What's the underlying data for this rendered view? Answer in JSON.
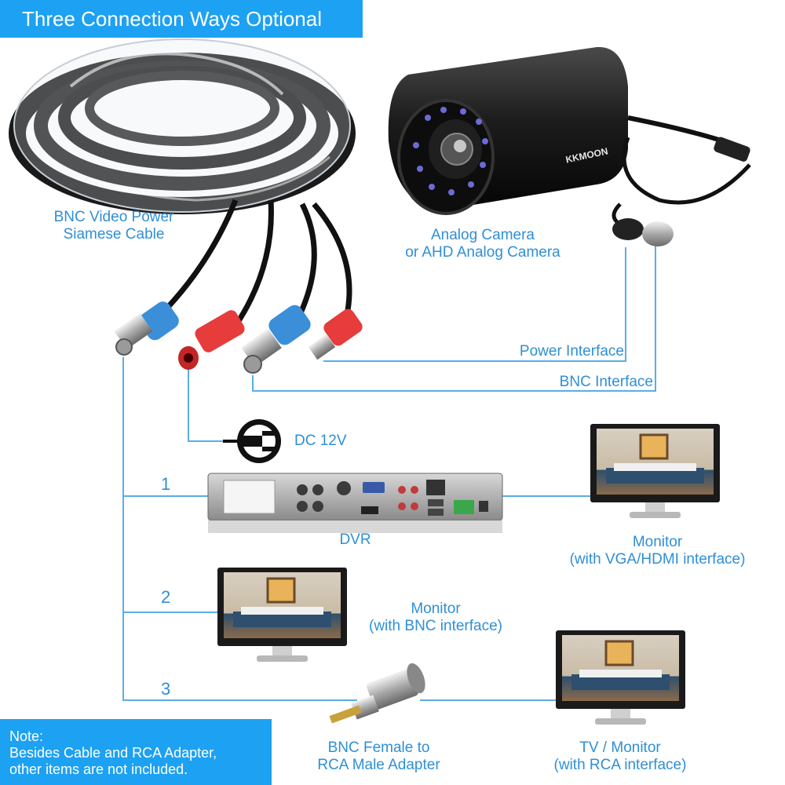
{
  "title": "Three Connection Ways Optional",
  "labels": {
    "cable_line1": "BNC Video Power",
    "cable_line2": "Siamese Cable",
    "camera_line1": "Analog Camera",
    "camera_line2": "or AHD Analog Camera",
    "camera_brand": "KKMOON",
    "power_interface": "Power Interface",
    "bnc_interface": "BNC Interface",
    "dc": "DC 12V",
    "dvr": "DVR",
    "monitor_vga_line1": "Monitor",
    "monitor_vga_line2": "(with VGA/HDMI interface)",
    "monitor_bnc_line1": "Monitor",
    "monitor_bnc_line2": "(with BNC interface)",
    "adapter_line1": "BNC Female to",
    "adapter_line2": "RCA Male Adapter",
    "tv_line1": "TV / Monitor",
    "tv_line2": "(with RCA interface)"
  },
  "steps": [
    "1",
    "2",
    "3"
  ],
  "note": {
    "heading": "Note:",
    "line1": "Besides Cable and RCA Adapter,",
    "line2": "other items are not included."
  },
  "colors": {
    "accent": "#1da1f2",
    "label": "#2f8fd6",
    "line": "#5aaee6",
    "connector_blue": "#3b8fd9",
    "connector_red": "#e63c3c"
  }
}
